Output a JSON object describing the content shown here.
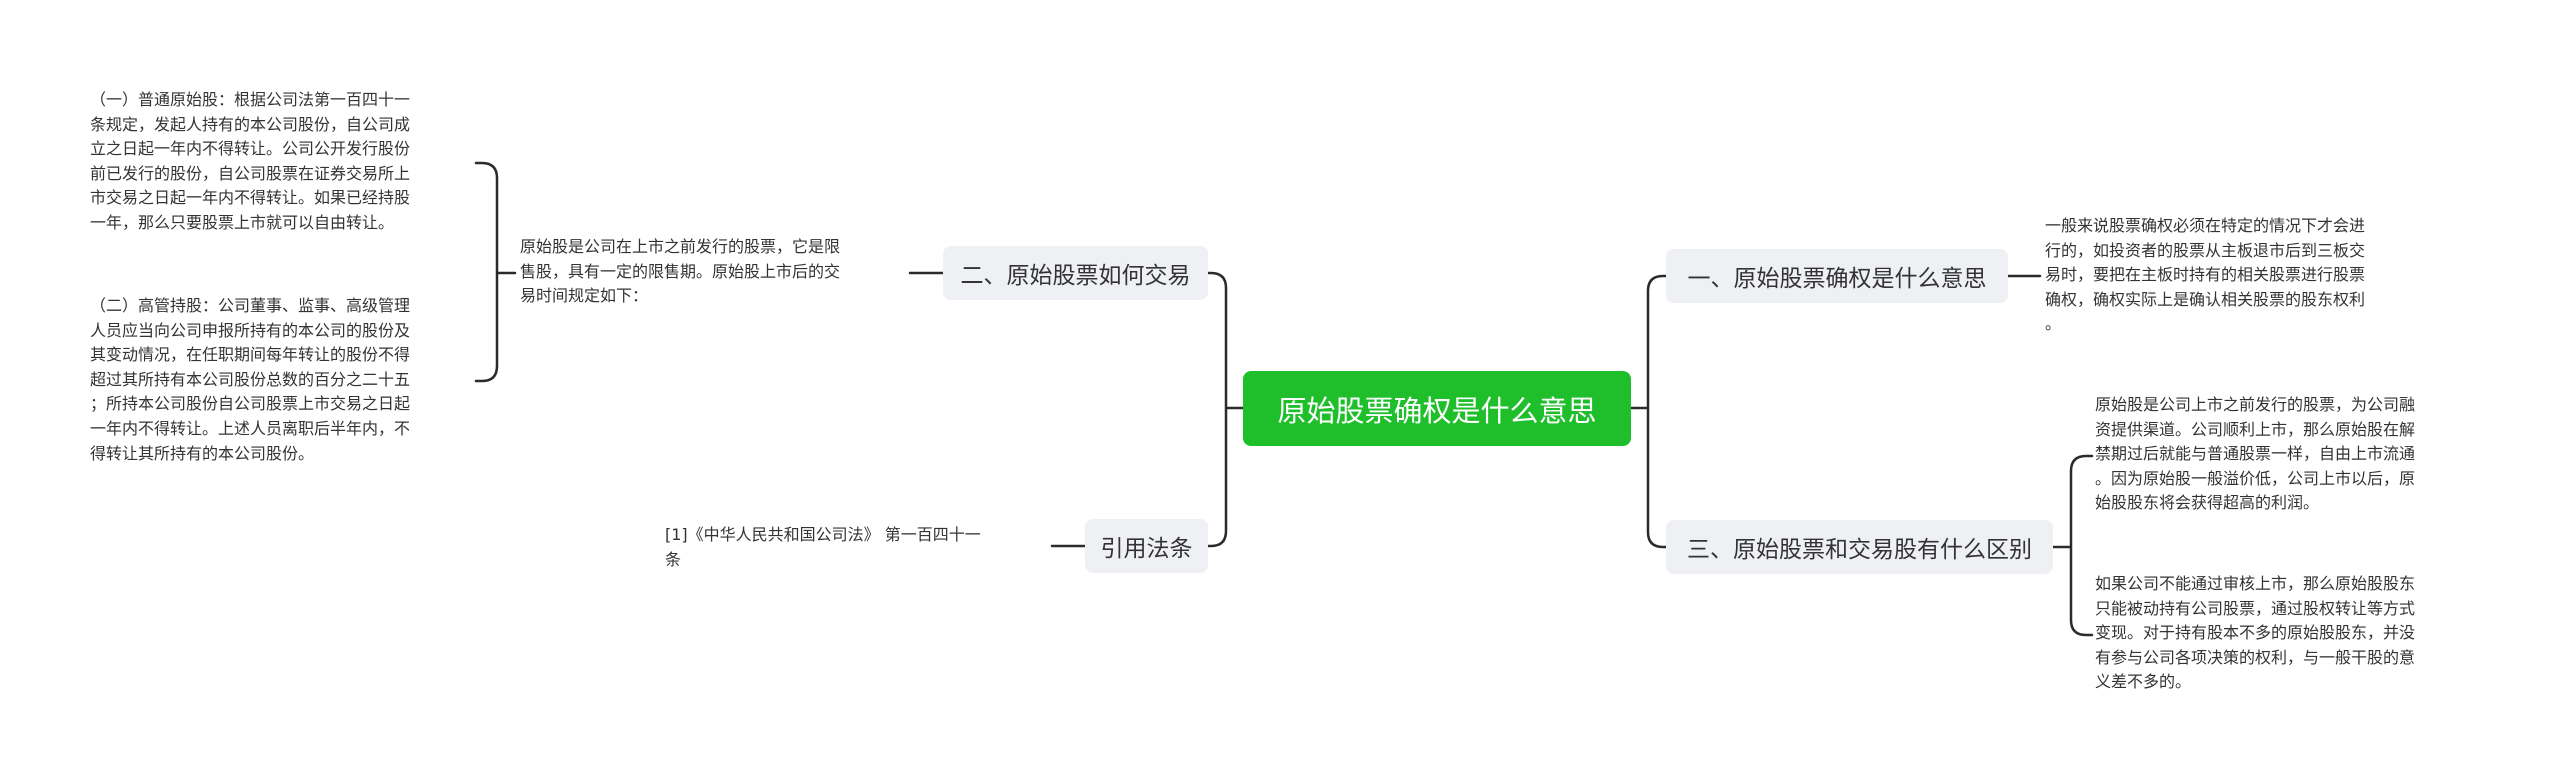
{
  "root": {
    "label": "原始股票确权是什么意思"
  },
  "branches": {
    "how_trade": {
      "label": "二、原始股票如何交易",
      "intro": [
        "原始股是公司在上市之前发行的股票，它是限",
        "售股，具有一定的限售期。原始股上市后的交",
        "易时间规定如下："
      ],
      "details": [
        [
          "（一）普通原始股：根据公司法第一百四十一",
          "条规定，发起人持有的本公司股份，自公司成",
          "立之日起一年内不得转让。公司公开发行股份",
          "前已发行的股份，自公司股票在证券交易所上",
          "市交易之日起一年内不得转让。如果已经持股",
          "一年，那么只要股票上市就可以自由转让。"
        ],
        [
          "（二）高管持股：公司董事、监事、高级管理",
          "人员应当向公司申报所持有的本公司的股份及",
          "其变动情况，在任职期间每年转让的股份不得",
          "超过其所持有本公司股份总数的百分之二十五",
          "；所持本公司股份自公司股票上市交易之日起",
          "一年内不得转让。上述人员离职后半年内，不",
          "得转让其所持有的本公司股份。"
        ]
      ]
    },
    "citation": {
      "label": "引用法条",
      "detail": [
        "[1]《中华人民共和国公司法》 第一百四十一",
        "条"
      ]
    },
    "meaning": {
      "label": "一、原始股票确权是什么意思",
      "detail": [
        "一般来说股票确权必须在特定的情况下才会进",
        "行的，如投资者的股票从主板退市后到三板交",
        "易时，要把在主板时持有的相关股票进行股票",
        "确权，确权实际上是确认相关股票的股东权利",
        "。"
      ]
    },
    "difference": {
      "label": "三、原始股票和交易股有什么区别",
      "details": [
        [
          "原始股是公司上市之前发行的股票，为公司融",
          "资提供渠道。公司顺利上市，那么原始股在解",
          "禁期过后就能与普通股票一样，自由上市流通",
          "。因为原始股一般溢价低，公司上市以后，原",
          "始股股东将会获得超高的利润。"
        ],
        [
          "如果公司不能通过审核上市，那么原始股股东",
          "只能被动持有公司股票，通过股权转让等方式",
          "变现。对于持有股本不多的原始股股东，并没",
          "有参与公司各项决策的权利，与一般干股的意",
          "义差不多的。"
        ]
      ]
    }
  },
  "colors": {
    "root_bg": "#1fbf2c",
    "branch_bg": "#eef0f4",
    "connector": "#2b2b2b",
    "text": "#333333"
  }
}
